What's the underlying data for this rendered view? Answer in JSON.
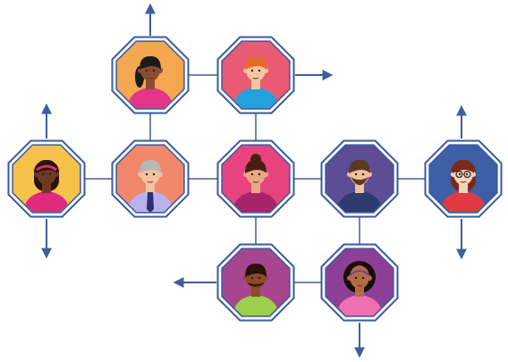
{
  "diagram": {
    "colors": {
      "line": "#3d5f9e",
      "octagon_border": "#3a5aa0",
      "octagon_inner_border": "#ffffff"
    },
    "nodes": [
      {
        "id": "top-left",
        "fill": "#f3a74f",
        "person": {
          "hair": "#1b1b1b",
          "skin": "#8a4d30",
          "shirt": "#e3348a",
          "style": "ponytail"
        }
      },
      {
        "id": "top-right",
        "fill": "#ea5a73",
        "person": {
          "hair": "#e46a2a",
          "skin": "#f3c6a0",
          "shirt": "#23a1dc",
          "style": "short"
        }
      },
      {
        "id": "mid-far-left",
        "fill": "#f6c24a",
        "person": {
          "hair": "#2a1206",
          "skin": "#6e3a22",
          "shirt": "#e0297f",
          "style": "long-band"
        }
      },
      {
        "id": "mid-left",
        "fill": "#f1876b",
        "person": {
          "hair": "#b7b7b7",
          "skin": "#f2c3a0",
          "shirt": "#b7b2ee",
          "style": "tie"
        }
      },
      {
        "id": "center",
        "fill": "#e7437f",
        "person": {
          "hair": "#4a1f12",
          "skin": "#e8a884",
          "shirt": "#a7246a",
          "style": "bun"
        }
      },
      {
        "id": "mid-right",
        "fill": "#5c4d94",
        "person": {
          "hair": "#5a3a22",
          "skin": "#f0c09e",
          "shirt": "#2d3b6e",
          "style": "beard"
        }
      },
      {
        "id": "far-right",
        "fill": "#3d5fa7",
        "person": {
          "hair": "#7a2a18",
          "skin": "#f6d3b8",
          "shirt": "#e23a45",
          "style": "glasses"
        }
      },
      {
        "id": "bottom-left",
        "fill": "#a8458f",
        "person": {
          "hair": "#2a1206",
          "skin": "#8a4d2c",
          "shirt": "#9bd04a",
          "style": "beard-short"
        }
      },
      {
        "id": "bottom-right",
        "fill": "#8d3f97",
        "person": {
          "hair": "#1a0d08",
          "skin": "#b26d45",
          "shirt": "#f06fb0",
          "style": "afro"
        }
      }
    ]
  }
}
